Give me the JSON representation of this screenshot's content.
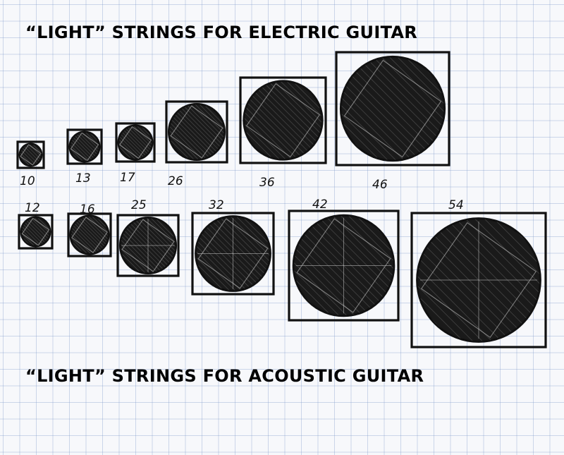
{
  "titles": {
    "top": "“LIGHT” STRINGS FOR ELECTRIC GUITAR",
    "bottom": "“LIGHT” STRINGS FOR ACOUSTIC GUITAR"
  },
  "electric": {
    "gauges": [
      "10",
      "13",
      "17",
      "26",
      "36",
      "46"
    ]
  },
  "acoustic": {
    "gauges": [
      "12",
      "16",
      "25",
      "32",
      "42",
      "54"
    ]
  },
  "colors": {
    "ink": "#111111",
    "grid": "#9fb3d6",
    "paper": "#f7f8fb"
  }
}
